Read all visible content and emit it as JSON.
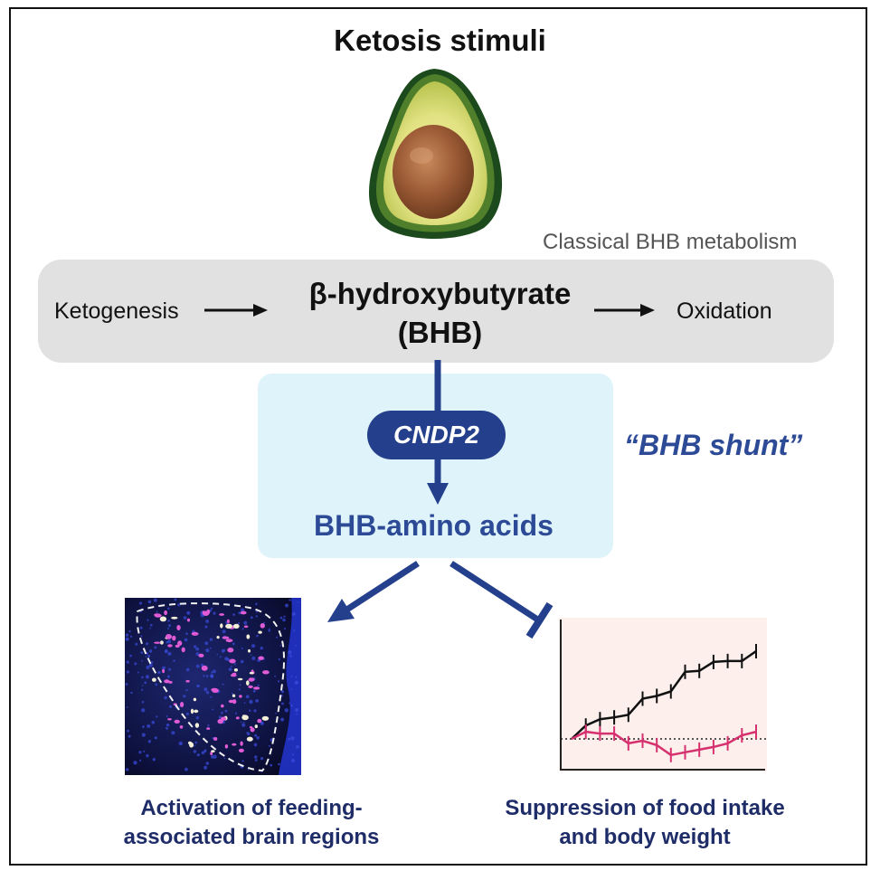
{
  "title": "Ketosis stimuli",
  "classical_label": "Classical BHB metabolism",
  "left_process": "Ketogenesis",
  "right_process": "Oxidation",
  "metabolite": {
    "line1": "β-hydroxybutyrate",
    "line2": "(BHB)"
  },
  "enzyme": "CNDP2",
  "shunt_label": "“BHB shunt”",
  "product": "BHB-amino acids",
  "captions": {
    "left_line1": "Activation of feeding-",
    "left_line2": "associated brain regions",
    "right_line1": "Suppression of food intake",
    "right_line2": "and body weight"
  },
  "colors": {
    "navy": "#24408c",
    "pink": "#d6306f",
    "gray_box": "#e1e1e1",
    "blue_box": "#dff3fa"
  },
  "chart_data": {
    "type": "line",
    "title": "",
    "xlabel": "",
    "ylabel": "",
    "x": [
      0,
      1,
      2,
      3,
      4,
      5,
      6,
      7,
      8,
      9,
      10,
      11,
      12,
      13
    ],
    "baseline": 0,
    "series": [
      {
        "values": [
          0,
          15,
          22,
          24,
          27,
          45,
          48,
          53,
          75,
          76,
          86,
          87,
          87,
          98
        ],
        "color": "#111111"
      },
      {
        "values": [
          0,
          8,
          6,
          6,
          -5,
          -2,
          -7,
          -18,
          -15,
          -12,
          -9,
          -5,
          4,
          8
        ],
        "color": "#d6306f"
      }
    ]
  }
}
